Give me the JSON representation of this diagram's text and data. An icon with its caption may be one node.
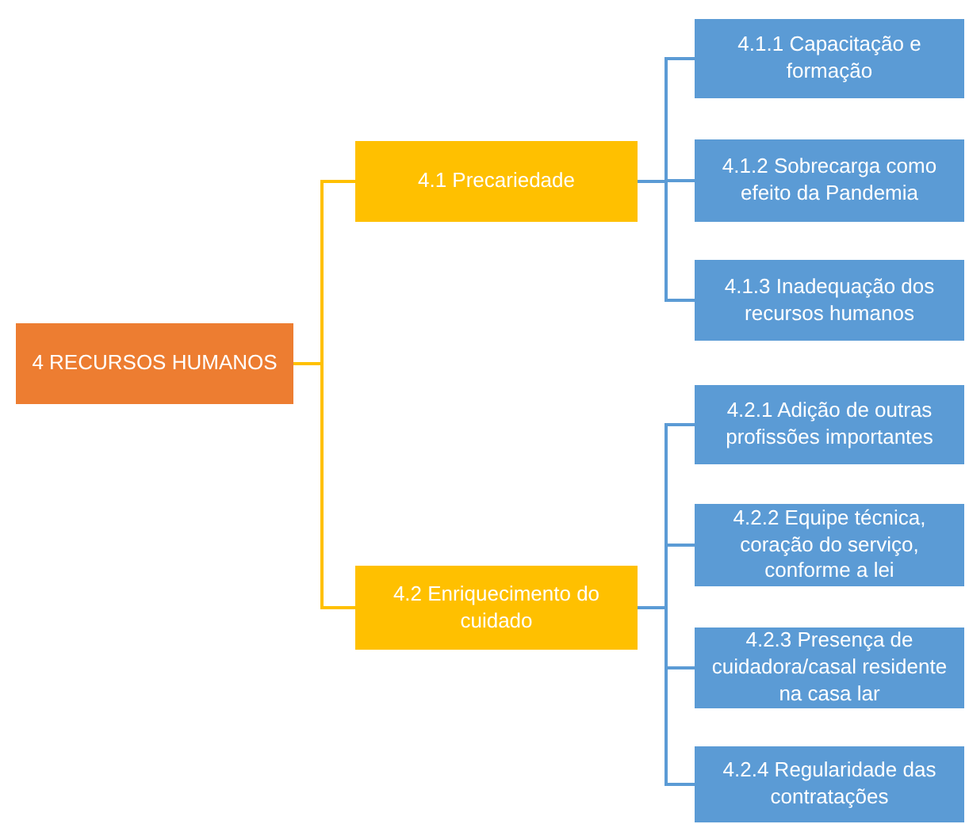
{
  "diagram": {
    "nodes": [
      {
        "text": [
          "4 RECURSOS HUMANOS"
        ]
      },
      {
        "text": [
          "4.1 Precariedade"
        ]
      },
      {
        "text": [
          "4.2 Enriquecimento do cuidado"
        ]
      },
      {
        "text": [
          "4.1.1 Capacitação e formação"
        ]
      },
      {
        "text": [
          "4.1.2 Sobrecarga como efeito da Pandemia"
        ]
      },
      {
        "text": [
          "4.1.3 Inadequação dos recursos humanos"
        ]
      },
      {
        "text": [
          "4.2.1 Adição de outras profissões importantes"
        ]
      },
      {
        "text": [
          "4.2.2 Equipe técnica, coração do serviço, conforme a lei"
        ]
      },
      {
        "text": [
          "4.2.3 Presença de cuidadora/casal residente na casa lar"
        ]
      },
      {
        "text": [
          "4.2.4 Regularidade das contratações"
        ]
      }
    ],
    "edges": [
      {
        "from": 0,
        "to": 1,
        "arrow": "none",
        "color": "#ffc000"
      },
      {
        "from": 0,
        "to": 2,
        "arrow": "none",
        "color": "#ffc000"
      },
      {
        "from": 1,
        "to": 3,
        "arrow": "none"
      },
      {
        "from": 1,
        "to": 4,
        "arrow": "none"
      },
      {
        "from": 1,
        "to": 5,
        "arrow": "none"
      },
      {
        "from": 2,
        "to": 6,
        "arrow": "none"
      },
      {
        "from": 2,
        "to": 7,
        "arrow": "none"
      },
      {
        "from": 2,
        "to": 8,
        "arrow": "none"
      },
      {
        "from": 2,
        "to": 9,
        "arrow": "none"
      }
    ]
  }
}
